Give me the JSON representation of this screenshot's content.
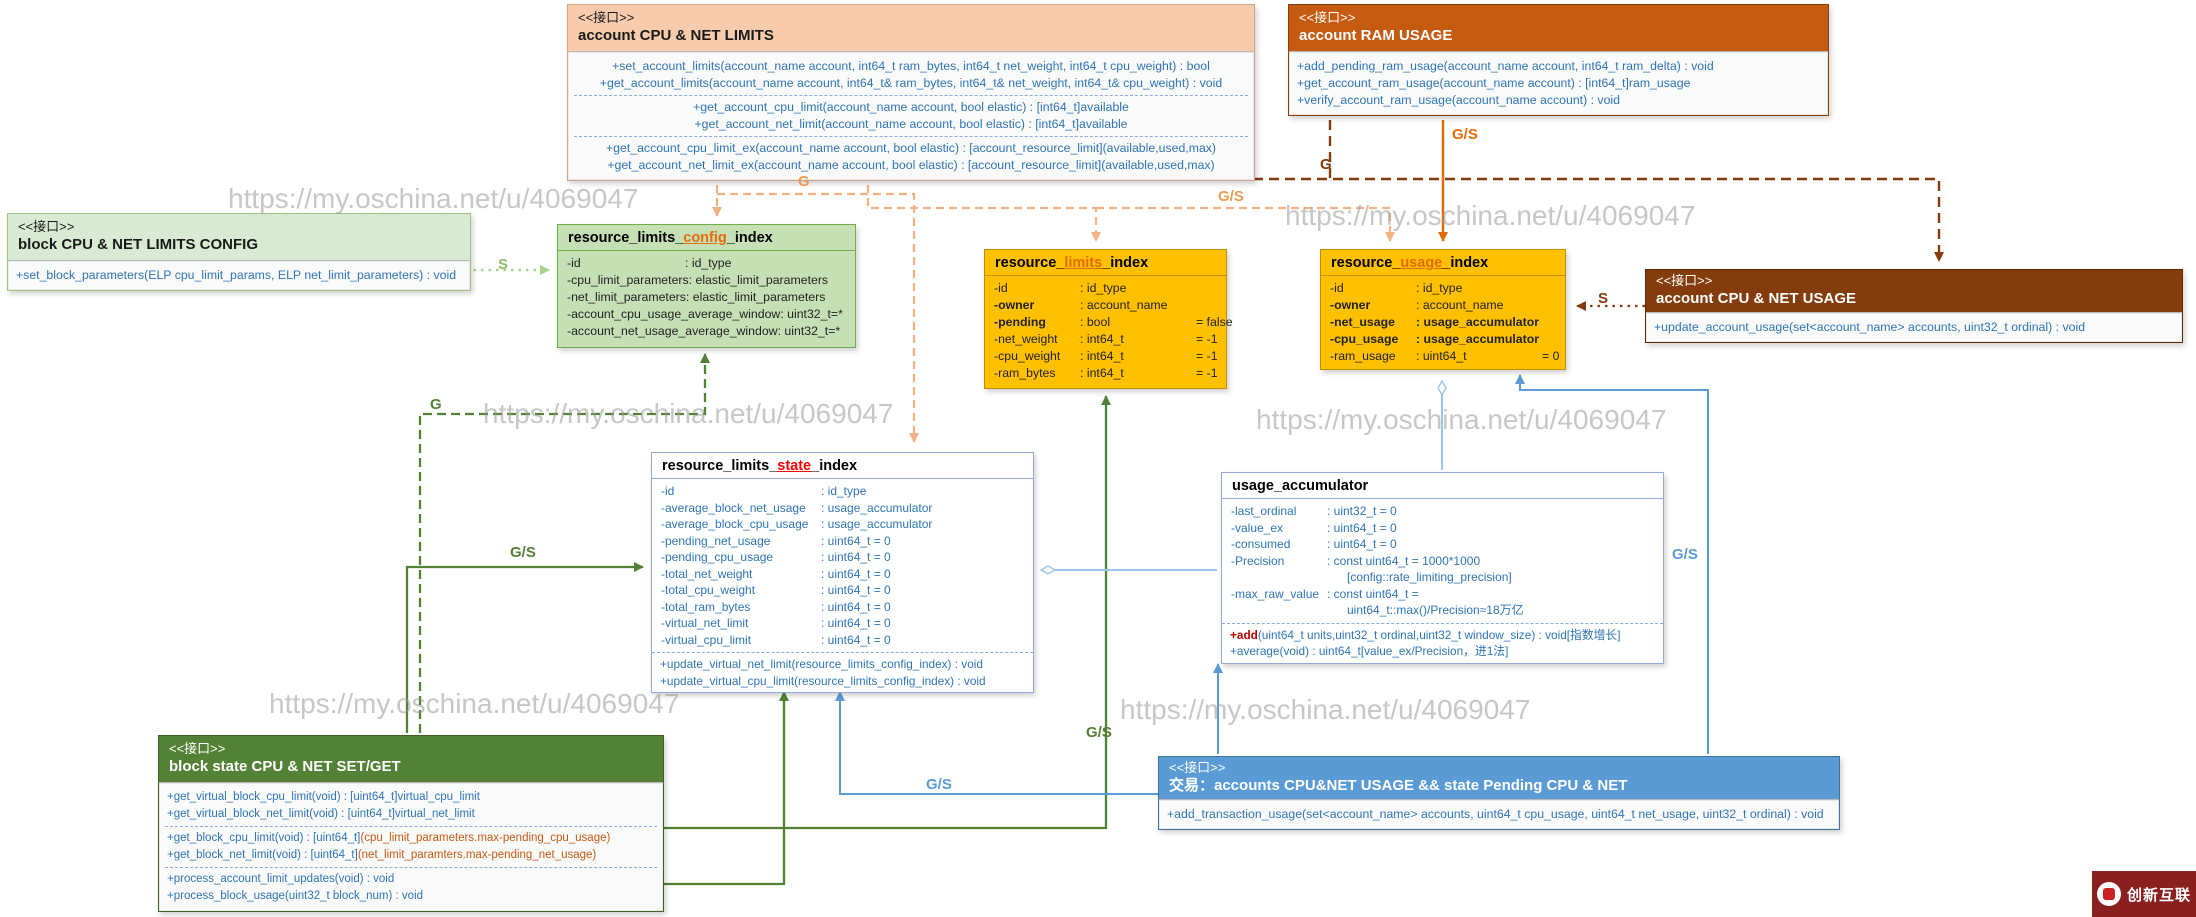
{
  "stereotype": "<<接口>>",
  "watermark": {
    "text": "https://my.oschina.net/u/4069047"
  },
  "labels": {
    "g": "G",
    "s": "S",
    "gs": "G/S"
  },
  "logo": {
    "text": "创新互联"
  },
  "colors": {
    "gold": "#FFC000",
    "green_light": "#C5E0B4",
    "green_dark": "#538135",
    "blue": "#5B9BD5",
    "blue_light": "#9DC3E6",
    "orange_dark": "#C55A11",
    "brown": "#843C0C",
    "peach": "#F8CBAD",
    "method_text": "#2E75B6",
    "red": "#C00000"
  },
  "boxes": {
    "acct_limits": {
      "title": "account CPU & NET LIMITS",
      "methods": [
        "+set_account_limits(account_name account, int64_t ram_bytes, int64_t net_weight, int64_t cpu_weight) : bool",
        "+get_account_limits(account_name account, int64_t& ram_bytes, int64_t& net_weight, int64_t& cpu_weight) : void",
        "+get_account_cpu_limit(account_name account, bool elastic) : [int64_t]available",
        "+get_account_net_limit(account_name account, bool elastic) : [int64_t]available",
        "+get_account_cpu_limit_ex(account_name account, bool elastic) : [account_resource_limit](available,used,max)",
        "+get_account_net_limit_ex(account_name account, bool elastic) : [account_resource_limit](available,used,max)"
      ]
    },
    "ram_usage": {
      "title": "account RAM USAGE",
      "methods": [
        "+add_pending_ram_usage(account_name account, int64_t ram_delta) : void",
        "+get_account_ram_usage(account_name account) : [int64_t]ram_usage",
        "+verify_account_ram_usage(account_name account) : void"
      ]
    },
    "block_config": {
      "title": "block CPU & NET LIMITS CONFIG",
      "methods": [
        "+set_block_parameters(ELP cpu_limit_params, ELP net_limit_parameters) : void"
      ]
    },
    "config_index": {
      "title_pre": "resource_limits_",
      "title_hl": "config",
      "title_suf": "_index",
      "fields": [
        {
          "n": "-id",
          "t": ": id_type"
        },
        {
          "n": "-cpu_limit_parameters",
          "t": ": elastic_limit_parameters"
        },
        {
          "n": "-net_limit_parameters",
          "t": ": elastic_limit_parameters"
        },
        {
          "n": "-account_cpu_usage_average_window",
          "t": ": uint32_t=*"
        },
        {
          "n": "-account_net_usage_average_window",
          "t": ": uint32_t=*"
        }
      ]
    },
    "limits_index": {
      "title_pre": "resource_",
      "title_hl": "limits",
      "title_suf": "_index",
      "fields": [
        {
          "n": "-id",
          "t": ": id_type",
          "v": ""
        },
        {
          "n": "-owner",
          "t": ": account_name",
          "v": ""
        },
        {
          "n": "-pending",
          "t": ": bool",
          "v": "= false"
        },
        {
          "n": "-net_weight",
          "t": ": int64_t",
          "v": "= -1"
        },
        {
          "n": "-cpu_weight",
          "t": ": int64_t",
          "v": "= -1"
        },
        {
          "n": "-ram_bytes",
          "t": ": int64_t",
          "v": "= -1"
        }
      ]
    },
    "usage_index": {
      "title_pre": "resource_",
      "title_hl": "usage",
      "title_suf": "_index",
      "fields": [
        {
          "n": "-id",
          "t": ": id_type",
          "v": ""
        },
        {
          "n": "-owner",
          "t": ": account_name",
          "v": ""
        },
        {
          "n": "-net_usage",
          "t": ": usage_accumulator",
          "v": ""
        },
        {
          "n": "-cpu_usage",
          "t": ": usage_accumulator",
          "v": ""
        },
        {
          "n": "-ram_usage",
          "t": ": uint64_t",
          "v": "= 0"
        }
      ]
    },
    "acct_usage": {
      "title": "account CPU & NET USAGE",
      "methods": [
        "+update_account_usage(set<account_name> accounts, uint32_t ordinal) : void"
      ]
    },
    "state_index": {
      "title_pre": "resource_limits_",
      "title_hl": "state",
      "title_suf": "_index",
      "fields": [
        {
          "n": "-id",
          "t": ": id_type"
        },
        {
          "n": "-average_block_net_usage",
          "t": ": usage_accumulator"
        },
        {
          "n": "-average_block_cpu_usage",
          "t": ": usage_accumulator"
        },
        {
          "n": "-pending_net_usage",
          "t": ": uint64_t = 0"
        },
        {
          "n": "-pending_cpu_usage",
          "t": ": uint64_t = 0"
        },
        {
          "n": "-total_net_weight",
          "t": ": uint64_t = 0"
        },
        {
          "n": "-total_cpu_weight",
          "t": ": uint64_t = 0"
        },
        {
          "n": "-total_ram_bytes",
          "t": ": uint64_t = 0"
        },
        {
          "n": "-virtual_net_limit",
          "t": ": uint64_t = 0"
        },
        {
          "n": "-virtual_cpu_limit",
          "t": ": uint64_t = 0"
        }
      ],
      "methods": [
        "+update_virtual_net_limit(resource_limits_config_index) : void",
        "+update_virtual_cpu_limit(resource_limits_config_index) : void"
      ]
    },
    "usage_acc": {
      "title": "usage_accumulator",
      "fields": [
        {
          "n": "-last_ordinal",
          "t": ": uint32_t = 0"
        },
        {
          "n": "-value_ex",
          "t": ": uint64_t = 0"
        },
        {
          "n": "-consumed",
          "t": ": uint64_t = 0"
        },
        {
          "n": "-Precision",
          "t": ": const uint64_t = 1000*1000"
        },
        {
          "n": "",
          "t": "      [config::rate_limiting_precision]"
        },
        {
          "n": "-max_raw_value",
          "t": ": const uint64_t ="
        },
        {
          "n": "",
          "t": "      uint64_t::max()/Precision≈18万亿"
        }
      ],
      "method_add_pre": "+add",
      "method_add_rest": "(uint64_t units,uint32_t ordinal,uint32_t window_size) : void[指数增长]",
      "method_average": "+average(void) : uint64_t[value_ex/Precision，进1法]"
    },
    "block_state": {
      "title": "block state CPU & NET SET/GET",
      "methods": [
        {
          "a": "+get_virtual_block_cpu_limit(void) : [uint64_t]virtual_cpu_limit",
          "b": ""
        },
        {
          "a": "+get_virtual_block_net_limit(void) : [uint64_t]virtual_net_limit",
          "b": ""
        },
        {
          "a": "+get_block_cpu_limit(void) : [uint64_t]",
          "b": "(cpu_limit_parameters.max-pending_cpu_usage)"
        },
        {
          "a": "+get_block_net_limit(void) : [uint64_t]",
          "b": "(net_limit_paramters.max-pending_net_usage)"
        },
        {
          "a": "+process_account_limit_updates(void) : void",
          "b": ""
        },
        {
          "a": "+process_block_usage(uint32_t block_num) : void",
          "b": ""
        }
      ]
    },
    "tx": {
      "title": "交易：accounts CPU&NET USAGE && state Pending CPU & NET",
      "methods": [
        "+add_transaction_usage(set<account_name> accounts, uint64_t cpu_usage, uint64_t net_usage, uint32_t ordinal) : void"
      ]
    }
  }
}
